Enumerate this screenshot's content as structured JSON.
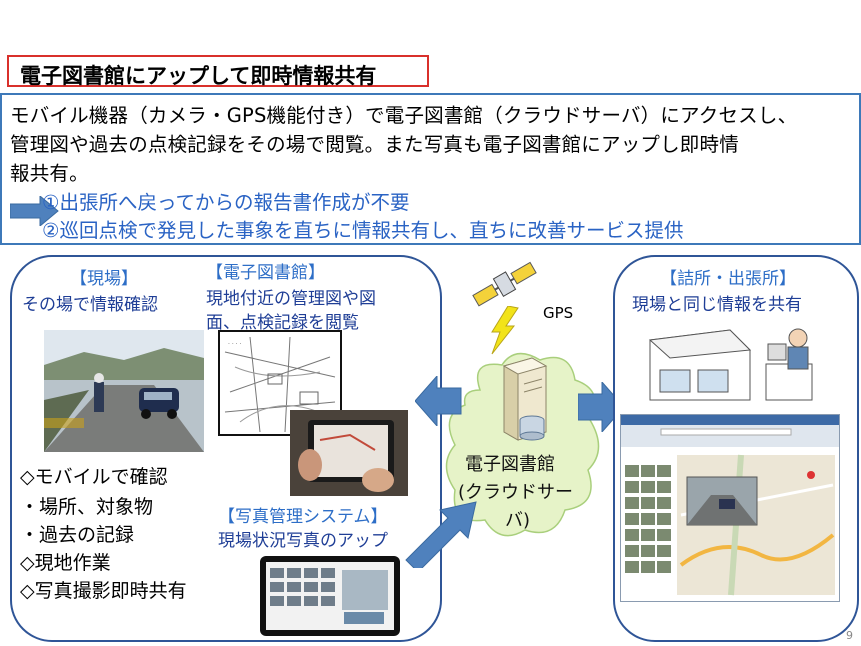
{
  "slide": {
    "title": "電子図書館にアップして即時情報共有",
    "description": [
      "モバイル機器（カメラ・GPS機能付き）で電子図書館（クラウドサーバ）にアクセスし、",
      "管理図や過去の点検記録をその場で閲覧。また写真も電子図書館にアップし即時情",
      "報共有。"
    ],
    "points": [
      "①出張所へ戻ってからの報告書作成が不要",
      "②巡回点検で発見した事象を直ちに情報共有し、直ちに改善サービス提供"
    ],
    "page_number": "9"
  },
  "site": {
    "title": "【現場】",
    "subtitle": "その場で情報確認",
    "list": [
      "◇モバイルで確認",
      "・場所、対象物",
      "・過去の記録",
      "◇現地作業",
      "◇写真撮影即時共有"
    ]
  },
  "elibrary": {
    "title": "【電子図書館】",
    "line1": "現地付近の管理図や図",
    "line2": "面、点検記録を閲覧"
  },
  "photo_system": {
    "title": "【写真管理システム】",
    "subtitle": "現場状況写真のアップ"
  },
  "cloud": {
    "line1": "電子図書館",
    "line2": "(クラウドサー",
    "line3": "バ)"
  },
  "gps_label": "GPS",
  "office": {
    "title": "【詰所・出張所】",
    "subtitle": "現場と同じ情報を共有"
  },
  "colors": {
    "title_border": "#d9302b",
    "panel_border": "#2f5597",
    "arrow": "#4f81bd",
    "cloud": "#e6f3c8",
    "accent_text": "#2d6ec7"
  }
}
